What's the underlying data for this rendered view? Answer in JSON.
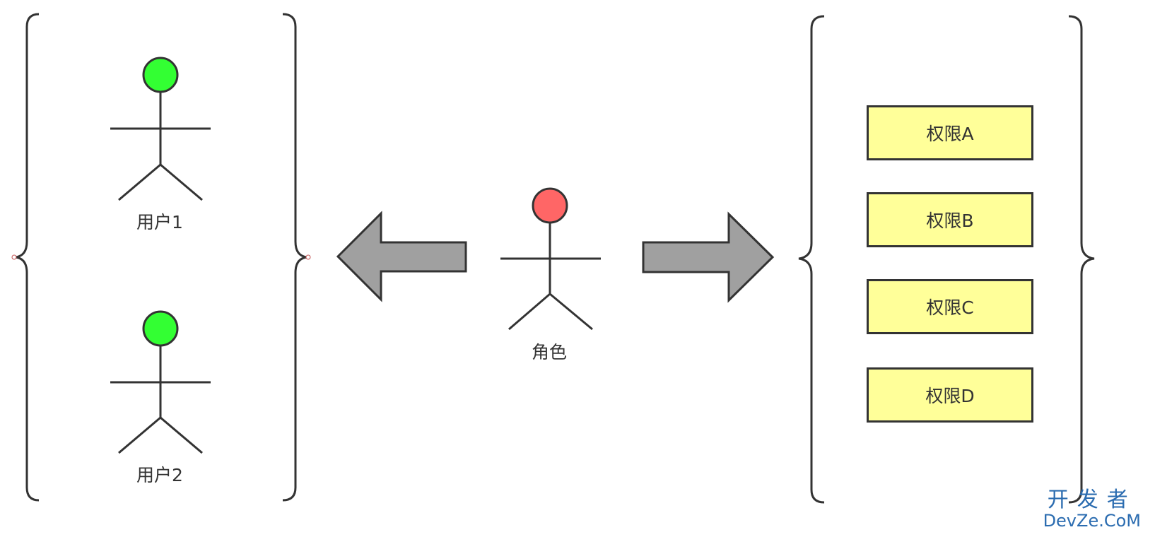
{
  "users": [
    {
      "label": "用户1",
      "head_color": "#33ff33"
    },
    {
      "label": "用户2",
      "head_color": "#33ff33"
    }
  ],
  "role": {
    "label": "角色",
    "head_color": "#ff6666"
  },
  "permissions": [
    {
      "label": "权限A"
    },
    {
      "label": "权限B"
    },
    {
      "label": "权限C"
    },
    {
      "label": "权限D"
    }
  ],
  "watermark": {
    "line1": "开发者",
    "line2": "DevZe.CoM"
  },
  "colors": {
    "stroke": "#333333",
    "arrow_fill": "#a0a0a0",
    "permission_fill": "#ffff99",
    "watermark": "#2b6cb0"
  }
}
